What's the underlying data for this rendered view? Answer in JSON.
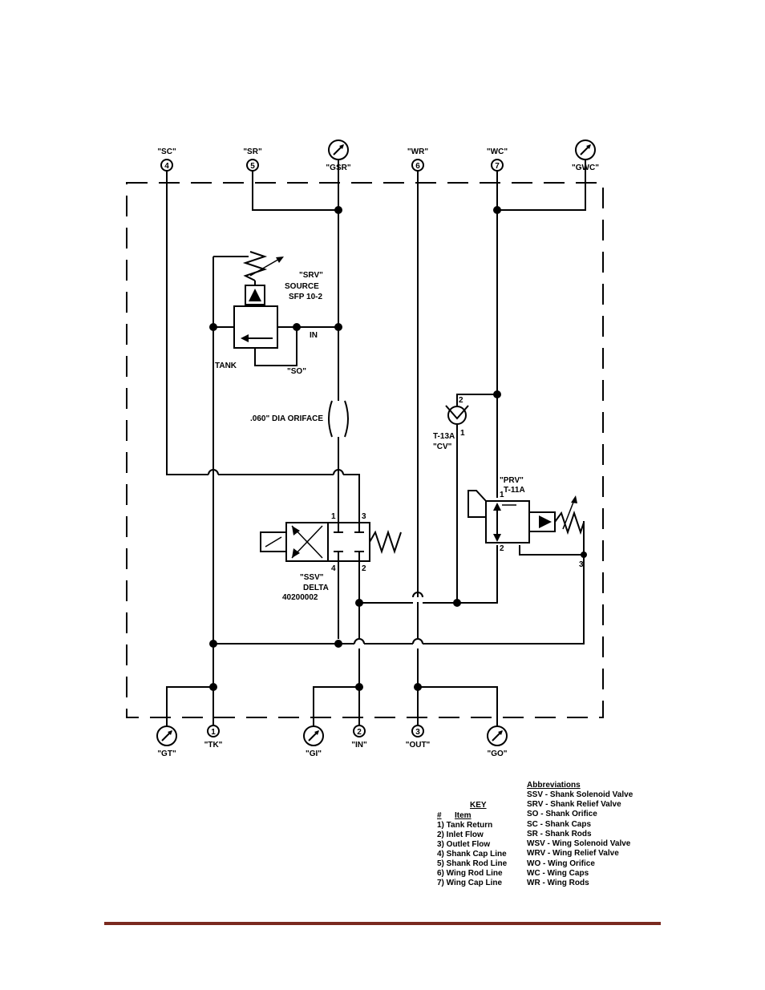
{
  "ports_top": [
    {
      "num": "4",
      "label": "\"SC\""
    },
    {
      "num": "5",
      "label": "\"SR\""
    },
    {
      "num": "6",
      "label": "\"WR\""
    },
    {
      "num": "7",
      "label": "\"WC\""
    }
  ],
  "ports_bottom": [
    {
      "num": "1",
      "label": "\"TK\""
    },
    {
      "num": "2",
      "label": "\"IN\""
    },
    {
      "num": "3",
      "label": "\"OUT\""
    }
  ],
  "gauges": {
    "gsr": "\"GSR\"",
    "gwc": "\"GWC\"",
    "gt": "\"GT\"",
    "gi": "\"GI\"",
    "go": "\"GO\""
  },
  "srv": {
    "line1": "\"SRV\"",
    "line2": "SOURCE",
    "line3": "SFP 10-2",
    "in": "IN",
    "tank": "TANK",
    "so": "\"SO\""
  },
  "orifice": ".060\" DIA ORIFACE",
  "cv": {
    "line1": "T-13A",
    "line2": "\"CV\"",
    "p1": "1",
    "p2": "2"
  },
  "prv": {
    "line1": "\"PRV\"",
    "line2": "T-11A",
    "p1": "1",
    "p2": "2",
    "p3": "3"
  },
  "ssv": {
    "line1": "\"SSV\"",
    "line2": "DELTA",
    "line3": "40200002",
    "p1": "1",
    "p2": "2",
    "p3": "3",
    "p4": "4"
  },
  "key": {
    "title": "KEY",
    "col_num": "#",
    "col_item": "Item",
    "items": [
      "1) Tank Return",
      "2) Inlet Flow",
      "3) Outlet Flow",
      "4) Shank Cap Line",
      "5) Shank Rod Line",
      "6) Wing Rod Line",
      "7) Wing Cap Line"
    ]
  },
  "abbreviations": {
    "title": "Abbreviations",
    "items": [
      "SSV - Shank Solenoid Valve",
      "SRV - Shank Relief Valve",
      "SO - Shank Orifice",
      "SC - Shank Caps",
      "SR - Shank Rods",
      "WSV - Wing Solenoid Valve",
      "WRV - Wing Relief Valve",
      "WO - Wing Orifice",
      "WC - Wing Caps",
      "WR - Wing Rods"
    ]
  }
}
